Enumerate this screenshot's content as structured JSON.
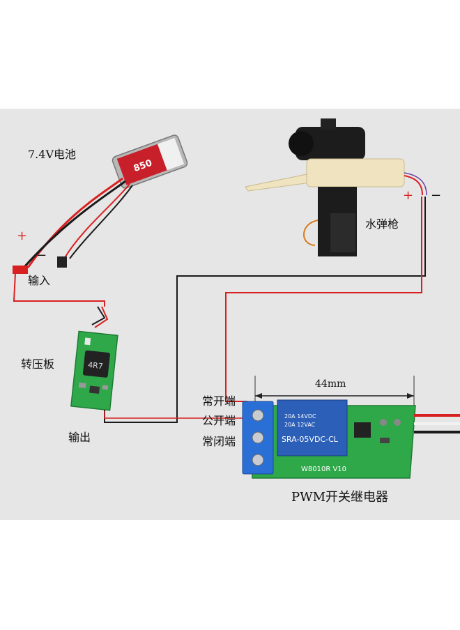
{
  "labels": {
    "battery": "7.4V电池",
    "plus_battery": "+",
    "minus_battery": "−",
    "input": "输入",
    "converter": "转压板",
    "output": "输出",
    "water_gun": "水弹枪",
    "plus_gun": "+",
    "minus_gun": "−",
    "dimension": "44mm",
    "no_terminal": "常开端",
    "com_terminal": "公开端",
    "nc_terminal": "常闭端",
    "relay_title": "PWM开关继电器"
  },
  "component_text": {
    "battery_capacity": "850",
    "inductor_code": "4R7",
    "relay_top_line": "20A 14VDC",
    "relay_mid_line": "20A 12VAC",
    "relay_model": "SRA-05VDC-CL",
    "board_code": "W8010R  V10"
  },
  "colors": {
    "background": "#e6e6e6",
    "wire_red": "#d92020",
    "wire_black": "#1a1a1a",
    "pcb_green": "#2fa84a",
    "terminal_blue": "#2a6fd6",
    "relay_blue": "#2b5fb8",
    "battery_red": "#c8202a"
  }
}
